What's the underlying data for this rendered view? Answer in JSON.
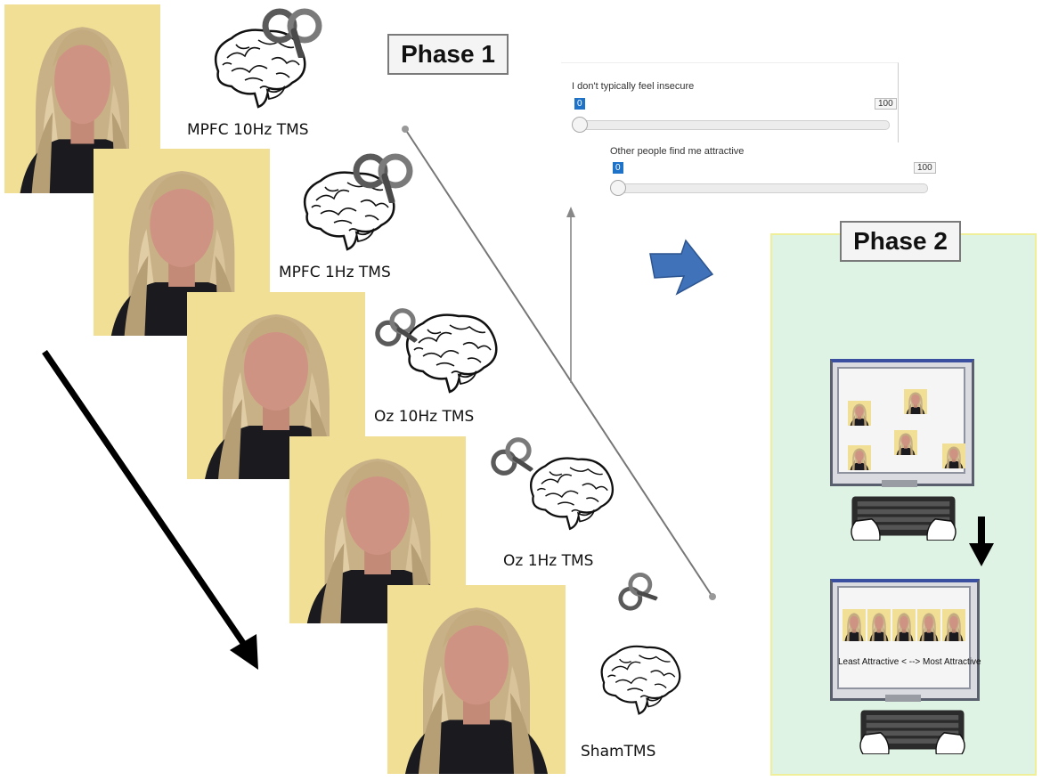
{
  "phase1": {
    "label": "Phase 1"
  },
  "phase2": {
    "label": "Phase 2",
    "ranking_label": "Least Attractive < --> Most Attractive"
  },
  "conditions": [
    {
      "label": "MPFC 10Hz TMS"
    },
    {
      "label": "MPFC 1Hz TMS"
    },
    {
      "label": "Oz 10Hz TMS"
    },
    {
      "label": "Oz 1Hz TMS"
    },
    {
      "label": "ShamTMS"
    }
  ],
  "sliders": [
    {
      "question": "I don't typically feel insecure",
      "value": "0",
      "max": "100"
    },
    {
      "question": "Other people find me attractive",
      "value": "0",
      "max": "100"
    }
  ],
  "icons": [
    "brain-icon",
    "tms-coil-icon",
    "arrow-icon",
    "monitor-icon",
    "keyboard-icon",
    "hands-icon"
  ],
  "colors": {
    "phase2_bg": "#dff3e4",
    "arrow_blue": "#3f72b8",
    "slider_badge": "#1e73c8",
    "photo_bg": "#f1df96"
  }
}
